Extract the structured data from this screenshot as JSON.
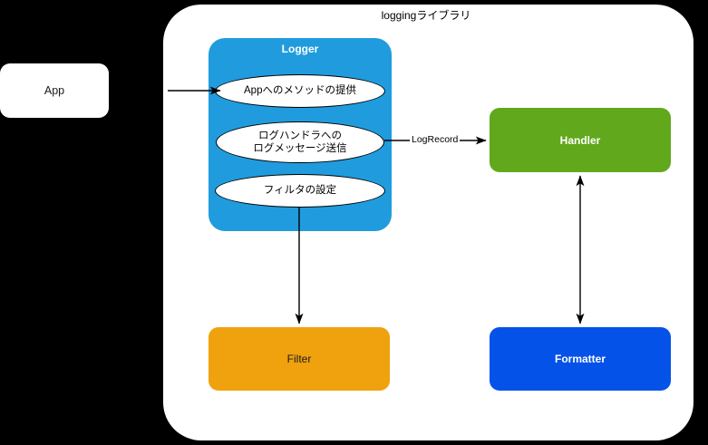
{
  "diagram": {
    "title": "loggingライブラリ",
    "background_color": "#000000",
    "container_color": "#ffffff",
    "nodes": {
      "app": {
        "label": "App",
        "color": "#ffffff",
        "text_color": "#1a1a1a"
      },
      "logger": {
        "label": "Logger",
        "color": "#209CDE",
        "text_color": "#ffffff"
      },
      "handler": {
        "label": "Handler",
        "color": "#61A81C",
        "text_color": "#ffffff"
      },
      "filter": {
        "label": "Filter",
        "color": "#EFA20E",
        "text_color": "#1a1a1a"
      },
      "formatter": {
        "label": "Formatter",
        "color": "#0552E8",
        "text_color": "#ffffff"
      }
    },
    "logger_responsibilities": [
      {
        "label": "Appへのメソッドの提供"
      },
      {
        "label": "ログハンドラへの\nログメッセージ送信"
      },
      {
        "label": "フィルタの設定"
      }
    ],
    "edges": [
      {
        "from": "app",
        "to": "logger",
        "label": ""
      },
      {
        "from": "logger",
        "to": "handler",
        "label": "LogRecord"
      },
      {
        "from": "logger",
        "to": "filter",
        "label": ""
      },
      {
        "from": "handler",
        "to": "formatter",
        "label": "",
        "arrowheads": "both"
      }
    ]
  }
}
